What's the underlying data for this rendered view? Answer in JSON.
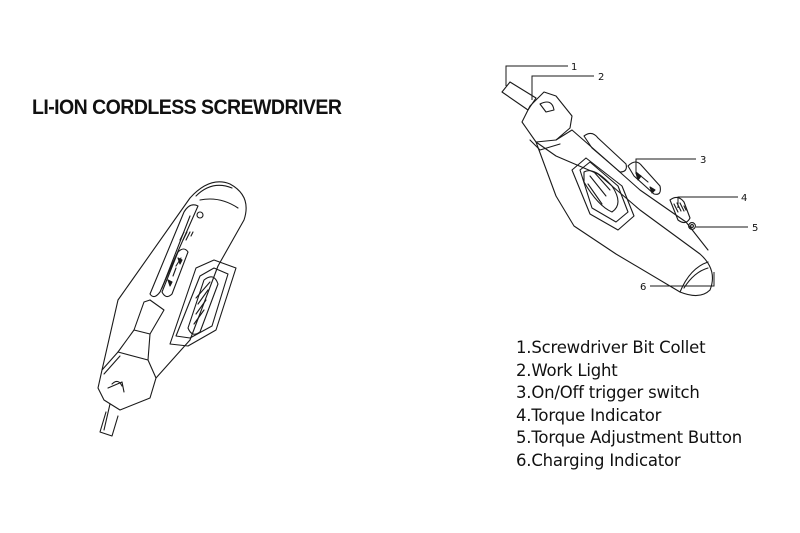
{
  "title": "LI-ION CORDLESS SCREWDRIVER",
  "legend": {
    "items": [
      {
        "number": "1",
        "label": "1.Screwdriver Bit Collet"
      },
      {
        "number": "2",
        "label": "2.Work Light"
      },
      {
        "number": "3",
        "label": "3.On/Off trigger switch"
      },
      {
        "number": "4",
        "label": "4.Torque Indicator"
      },
      {
        "number": "5",
        "label": "5.Torque Adjustment Button"
      },
      {
        "number": "6",
        "label": "6.Charging Indicator"
      }
    ]
  },
  "callouts": {
    "c1": "1",
    "c2": "2",
    "c3": "3",
    "c4": "4",
    "c5": "5",
    "c6": "6"
  },
  "colors": {
    "line": "#1a1a1a",
    "background": "#ffffff"
  }
}
